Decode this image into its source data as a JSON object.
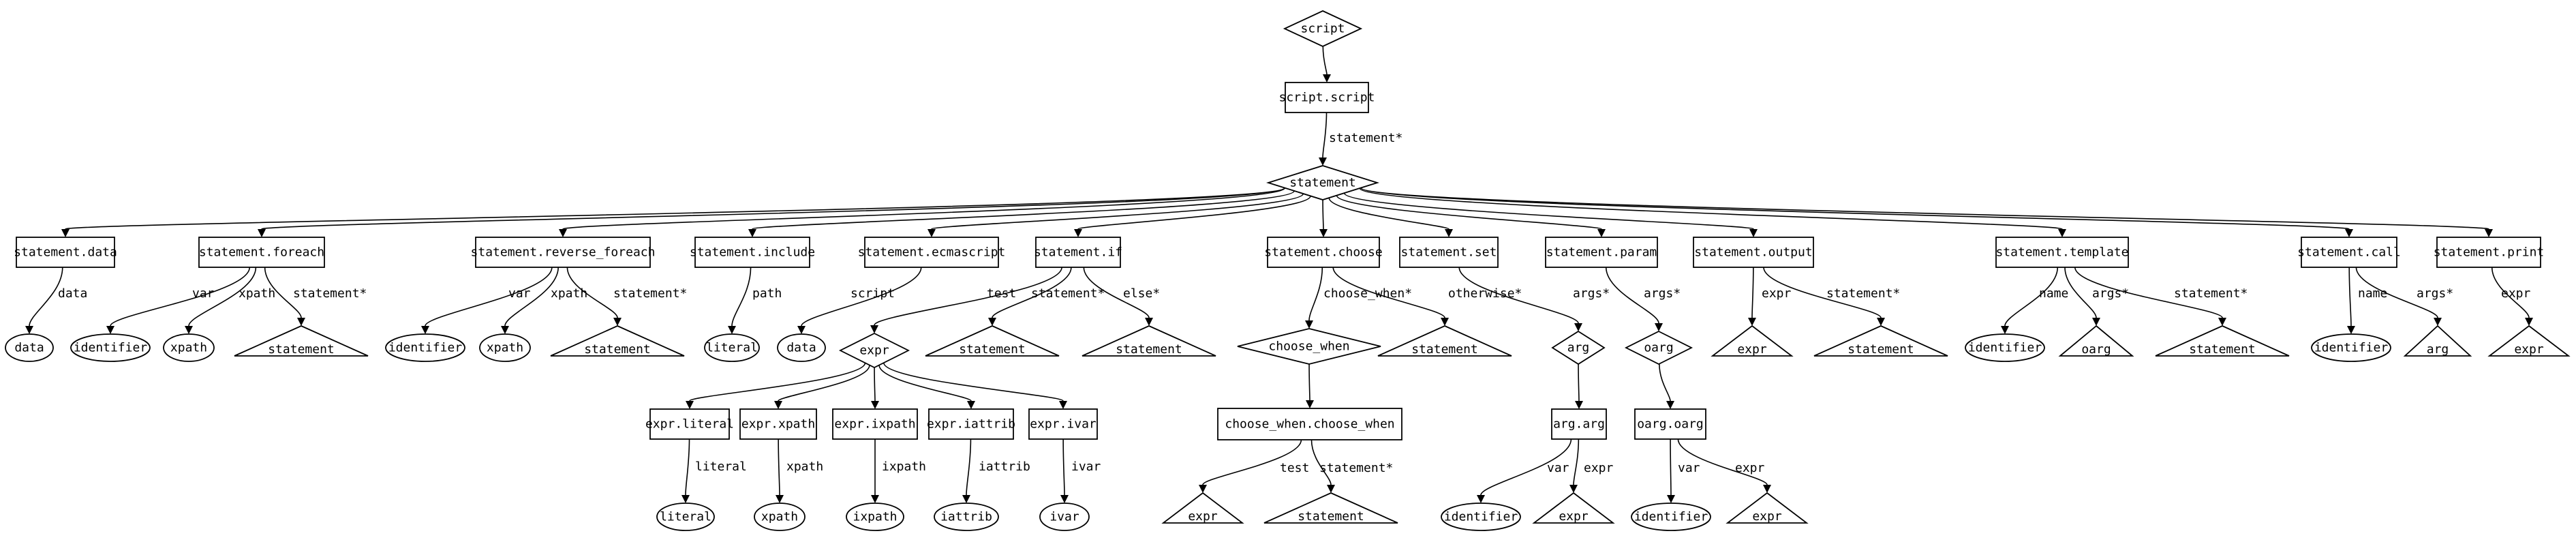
{
  "nodes": [
    {
      "id": "script",
      "label": "script",
      "shape": "diamond"
    },
    {
      "id": "script_script",
      "label": "script.script",
      "shape": "box"
    },
    {
      "id": "statement",
      "label": "statement",
      "shape": "diamond"
    },
    {
      "id": "st_data",
      "label": "statement.data",
      "shape": "box"
    },
    {
      "id": "st_foreach",
      "label": "statement.foreach",
      "shape": "box"
    },
    {
      "id": "st_rev",
      "label": "statement.reverse_foreach",
      "shape": "box"
    },
    {
      "id": "st_include",
      "label": "statement.include",
      "shape": "box"
    },
    {
      "id": "st_ecma",
      "label": "statement.ecmascript",
      "shape": "box"
    },
    {
      "id": "st_if",
      "label": "statement.if",
      "shape": "box"
    },
    {
      "id": "st_choose",
      "label": "statement.choose",
      "shape": "box"
    },
    {
      "id": "st_set",
      "label": "statement.set",
      "shape": "box"
    },
    {
      "id": "st_param",
      "label": "statement.param",
      "shape": "box"
    },
    {
      "id": "st_output",
      "label": "statement.output",
      "shape": "box"
    },
    {
      "id": "st_template",
      "label": "statement.template",
      "shape": "box"
    },
    {
      "id": "st_call",
      "label": "statement.call",
      "shape": "box"
    },
    {
      "id": "st_print",
      "label": "statement.print",
      "shape": "box"
    },
    {
      "id": "data1",
      "label": "data",
      "shape": "ellipse"
    },
    {
      "id": "fe_ident",
      "label": "identifier",
      "shape": "ellipse"
    },
    {
      "id": "fe_xpath",
      "label": "xpath",
      "shape": "ellipse"
    },
    {
      "id": "fe_stmt",
      "label": "statement",
      "shape": "triangle"
    },
    {
      "id": "rf_ident",
      "label": "identifier",
      "shape": "ellipse"
    },
    {
      "id": "rf_xpath",
      "label": "xpath",
      "shape": "ellipse"
    },
    {
      "id": "rf_stmt",
      "label": "statement",
      "shape": "triangle"
    },
    {
      "id": "inc_lit",
      "label": "literal",
      "shape": "ellipse"
    },
    {
      "id": "ecma_data",
      "label": "data",
      "shape": "ellipse"
    },
    {
      "id": "expr",
      "label": "expr",
      "shape": "diamond"
    },
    {
      "id": "if_stmt",
      "label": "statement",
      "shape": "triangle"
    },
    {
      "id": "if_else",
      "label": "statement",
      "shape": "triangle"
    },
    {
      "id": "choose_when",
      "label": "choose_when",
      "shape": "diamond"
    },
    {
      "id": "ch_other",
      "label": "statement",
      "shape": "triangle"
    },
    {
      "id": "arg",
      "label": "arg",
      "shape": "diamond"
    },
    {
      "id": "oarg",
      "label": "oarg",
      "shape": "diamond"
    },
    {
      "id": "out_expr",
      "label": "expr",
      "shape": "triangle"
    },
    {
      "id": "out_stmt",
      "label": "statement",
      "shape": "triangle"
    },
    {
      "id": "tp_ident",
      "label": "identifier",
      "shape": "ellipse"
    },
    {
      "id": "tp_oarg",
      "label": "oarg",
      "shape": "triangle"
    },
    {
      "id": "tp_stmt",
      "label": "statement",
      "shape": "triangle"
    },
    {
      "id": "call_ident",
      "label": "identifier",
      "shape": "ellipse"
    },
    {
      "id": "call_arg",
      "label": "arg",
      "shape": "triangle"
    },
    {
      "id": "pr_expr",
      "label": "expr",
      "shape": "triangle"
    },
    {
      "id": "ex_literal",
      "label": "expr.literal",
      "shape": "box"
    },
    {
      "id": "ex_xpath",
      "label": "expr.xpath",
      "shape": "box"
    },
    {
      "id": "ex_ixpath",
      "label": "expr.ixpath",
      "shape": "box"
    },
    {
      "id": "ex_iattrib",
      "label": "expr.iattrib",
      "shape": "box"
    },
    {
      "id": "ex_ivar",
      "label": "expr.ivar",
      "shape": "box"
    },
    {
      "id": "cw_cw",
      "label": "choose_when.choose_when",
      "shape": "box"
    },
    {
      "id": "arg_arg",
      "label": "arg.arg",
      "shape": "box"
    },
    {
      "id": "oarg_oarg",
      "label": "oarg.oarg",
      "shape": "box"
    },
    {
      "id": "lit_e",
      "label": "literal",
      "shape": "ellipse"
    },
    {
      "id": "xpath_e",
      "label": "xpath",
      "shape": "ellipse"
    },
    {
      "id": "ixpath_e",
      "label": "ixpath",
      "shape": "ellipse"
    },
    {
      "id": "iattrib_e",
      "label": "iattrib",
      "shape": "ellipse"
    },
    {
      "id": "ivar_e",
      "label": "ivar",
      "shape": "ellipse"
    },
    {
      "id": "cw_expr",
      "label": "expr",
      "shape": "triangle"
    },
    {
      "id": "cw_stmt",
      "label": "statement",
      "shape": "triangle"
    },
    {
      "id": "aa_ident",
      "label": "identifier",
      "shape": "ellipse"
    },
    {
      "id": "aa_expr",
      "label": "expr",
      "shape": "triangle"
    },
    {
      "id": "oa_ident",
      "label": "identifier",
      "shape": "ellipse"
    },
    {
      "id": "oa_expr",
      "label": "expr",
      "shape": "triangle"
    }
  ],
  "edges": [
    {
      "from": "script",
      "to": "script_script",
      "label": ""
    },
    {
      "from": "script_script",
      "to": "statement",
      "label": "statement*"
    },
    {
      "from": "statement",
      "to": "st_data",
      "label": ""
    },
    {
      "from": "statement",
      "to": "st_foreach",
      "label": ""
    },
    {
      "from": "statement",
      "to": "st_rev",
      "label": ""
    },
    {
      "from": "statement",
      "to": "st_include",
      "label": ""
    },
    {
      "from": "statement",
      "to": "st_ecma",
      "label": ""
    },
    {
      "from": "statement",
      "to": "st_if",
      "label": ""
    },
    {
      "from": "statement",
      "to": "st_choose",
      "label": ""
    },
    {
      "from": "statement",
      "to": "st_set",
      "label": ""
    },
    {
      "from": "statement",
      "to": "st_param",
      "label": ""
    },
    {
      "from": "statement",
      "to": "st_output",
      "label": ""
    },
    {
      "from": "statement",
      "to": "st_template",
      "label": ""
    },
    {
      "from": "statement",
      "to": "st_call",
      "label": ""
    },
    {
      "from": "statement",
      "to": "st_print",
      "label": ""
    },
    {
      "from": "st_data",
      "to": "data1",
      "label": "data"
    },
    {
      "from": "st_foreach",
      "to": "fe_ident",
      "label": "var"
    },
    {
      "from": "st_foreach",
      "to": "fe_xpath",
      "label": "xpath"
    },
    {
      "from": "st_foreach",
      "to": "fe_stmt",
      "label": "statement*"
    },
    {
      "from": "st_rev",
      "to": "rf_ident",
      "label": "var"
    },
    {
      "from": "st_rev",
      "to": "rf_xpath",
      "label": "xpath"
    },
    {
      "from": "st_rev",
      "to": "rf_stmt",
      "label": "statement*"
    },
    {
      "from": "st_include",
      "to": "inc_lit",
      "label": "path"
    },
    {
      "from": "st_ecma",
      "to": "ecma_data",
      "label": "script"
    },
    {
      "from": "st_if",
      "to": "expr",
      "label": "test"
    },
    {
      "from": "st_if",
      "to": "if_stmt",
      "label": "statement*"
    },
    {
      "from": "st_if",
      "to": "if_else",
      "label": "else*"
    },
    {
      "from": "st_choose",
      "to": "choose_when",
      "label": "choose_when*"
    },
    {
      "from": "st_choose",
      "to": "ch_other",
      "label": "otherwise*"
    },
    {
      "from": "st_set",
      "to": "arg",
      "label": "args*"
    },
    {
      "from": "st_param",
      "to": "oarg",
      "label": "args*"
    },
    {
      "from": "st_output",
      "to": "out_expr",
      "label": "expr"
    },
    {
      "from": "st_output",
      "to": "out_stmt",
      "label": "statement*"
    },
    {
      "from": "st_template",
      "to": "tp_ident",
      "label": "name"
    },
    {
      "from": "st_template",
      "to": "tp_oarg",
      "label": "args*"
    },
    {
      "from": "st_template",
      "to": "tp_stmt",
      "label": "statement*"
    },
    {
      "from": "st_call",
      "to": "call_ident",
      "label": "name"
    },
    {
      "from": "st_call",
      "to": "call_arg",
      "label": "args*"
    },
    {
      "from": "st_print",
      "to": "pr_expr",
      "label": "expr"
    },
    {
      "from": "expr",
      "to": "ex_literal",
      "label": ""
    },
    {
      "from": "expr",
      "to": "ex_xpath",
      "label": ""
    },
    {
      "from": "expr",
      "to": "ex_ixpath",
      "label": ""
    },
    {
      "from": "expr",
      "to": "ex_iattrib",
      "label": ""
    },
    {
      "from": "expr",
      "to": "ex_ivar",
      "label": ""
    },
    {
      "from": "choose_when",
      "to": "cw_cw",
      "label": ""
    },
    {
      "from": "arg",
      "to": "arg_arg",
      "label": ""
    },
    {
      "from": "oarg",
      "to": "oarg_oarg",
      "label": ""
    },
    {
      "from": "ex_literal",
      "to": "lit_e",
      "label": "literal"
    },
    {
      "from": "ex_xpath",
      "to": "xpath_e",
      "label": "xpath"
    },
    {
      "from": "ex_ixpath",
      "to": "ixpath_e",
      "label": "ixpath"
    },
    {
      "from": "ex_iattrib",
      "to": "iattrib_e",
      "label": "iattrib"
    },
    {
      "from": "ex_ivar",
      "to": "ivar_e",
      "label": "ivar"
    },
    {
      "from": "cw_cw",
      "to": "cw_expr",
      "label": "test"
    },
    {
      "from": "cw_cw",
      "to": "cw_stmt",
      "label": "statement*"
    },
    {
      "from": "arg_arg",
      "to": "aa_ident",
      "label": "var"
    },
    {
      "from": "arg_arg",
      "to": "aa_expr",
      "label": "expr"
    },
    {
      "from": "oarg_oarg",
      "to": "oa_ident",
      "label": "var"
    },
    {
      "from": "oarg_oarg",
      "to": "oa_expr",
      "label": "expr"
    }
  ]
}
